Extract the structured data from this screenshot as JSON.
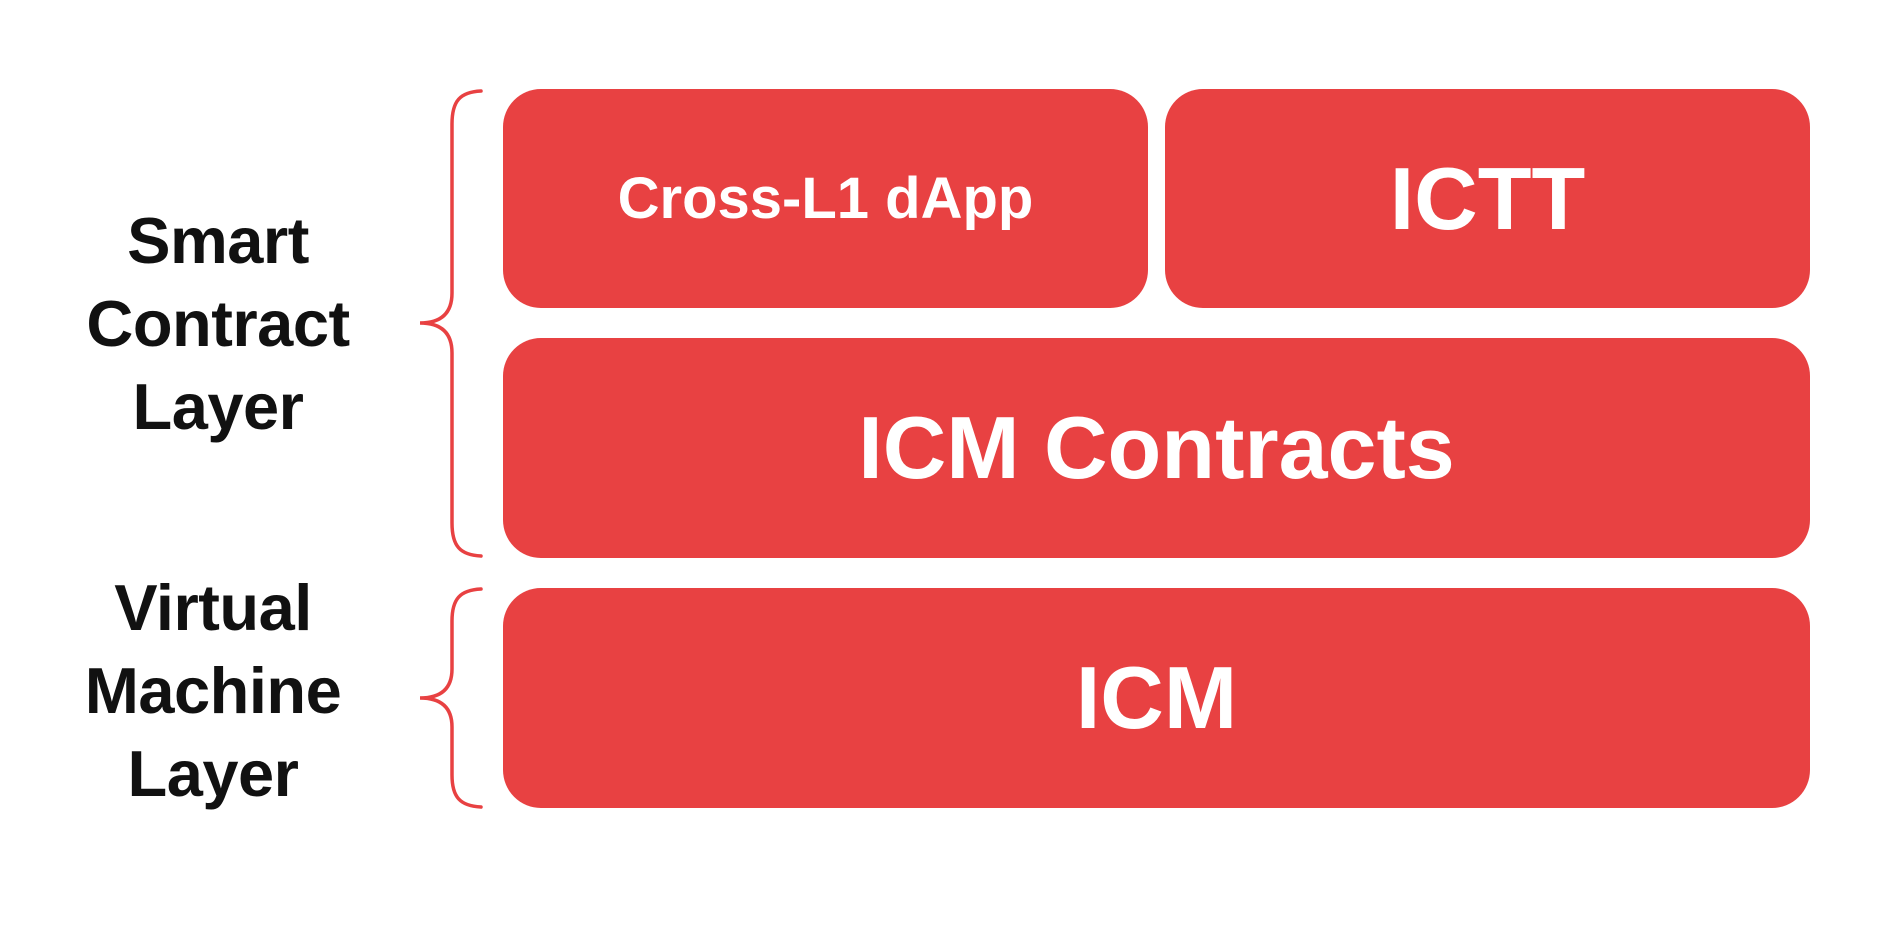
{
  "colors": {
    "box_red": "#E84142",
    "brace_red": "#E84142",
    "label_text": "#111111",
    "box_text": "#FFFFFF",
    "background": "#FFFFFF"
  },
  "layers": [
    {
      "name": "Smart Contract Layer",
      "lines": [
        "Smart",
        "Contract",
        "Layer"
      ],
      "boxes": [
        "Cross-L1 dApp",
        "ICTT",
        "ICM Contracts"
      ]
    },
    {
      "name": "Virtual Machine Layer",
      "lines": [
        "Virtual",
        "Machine",
        "Layer"
      ],
      "boxes": [
        "ICM"
      ]
    }
  ],
  "boxes": [
    {
      "label": "Cross-L1 dApp"
    },
    {
      "label": "ICTT"
    },
    {
      "label": "ICM Contracts"
    },
    {
      "label": "ICM"
    }
  ]
}
